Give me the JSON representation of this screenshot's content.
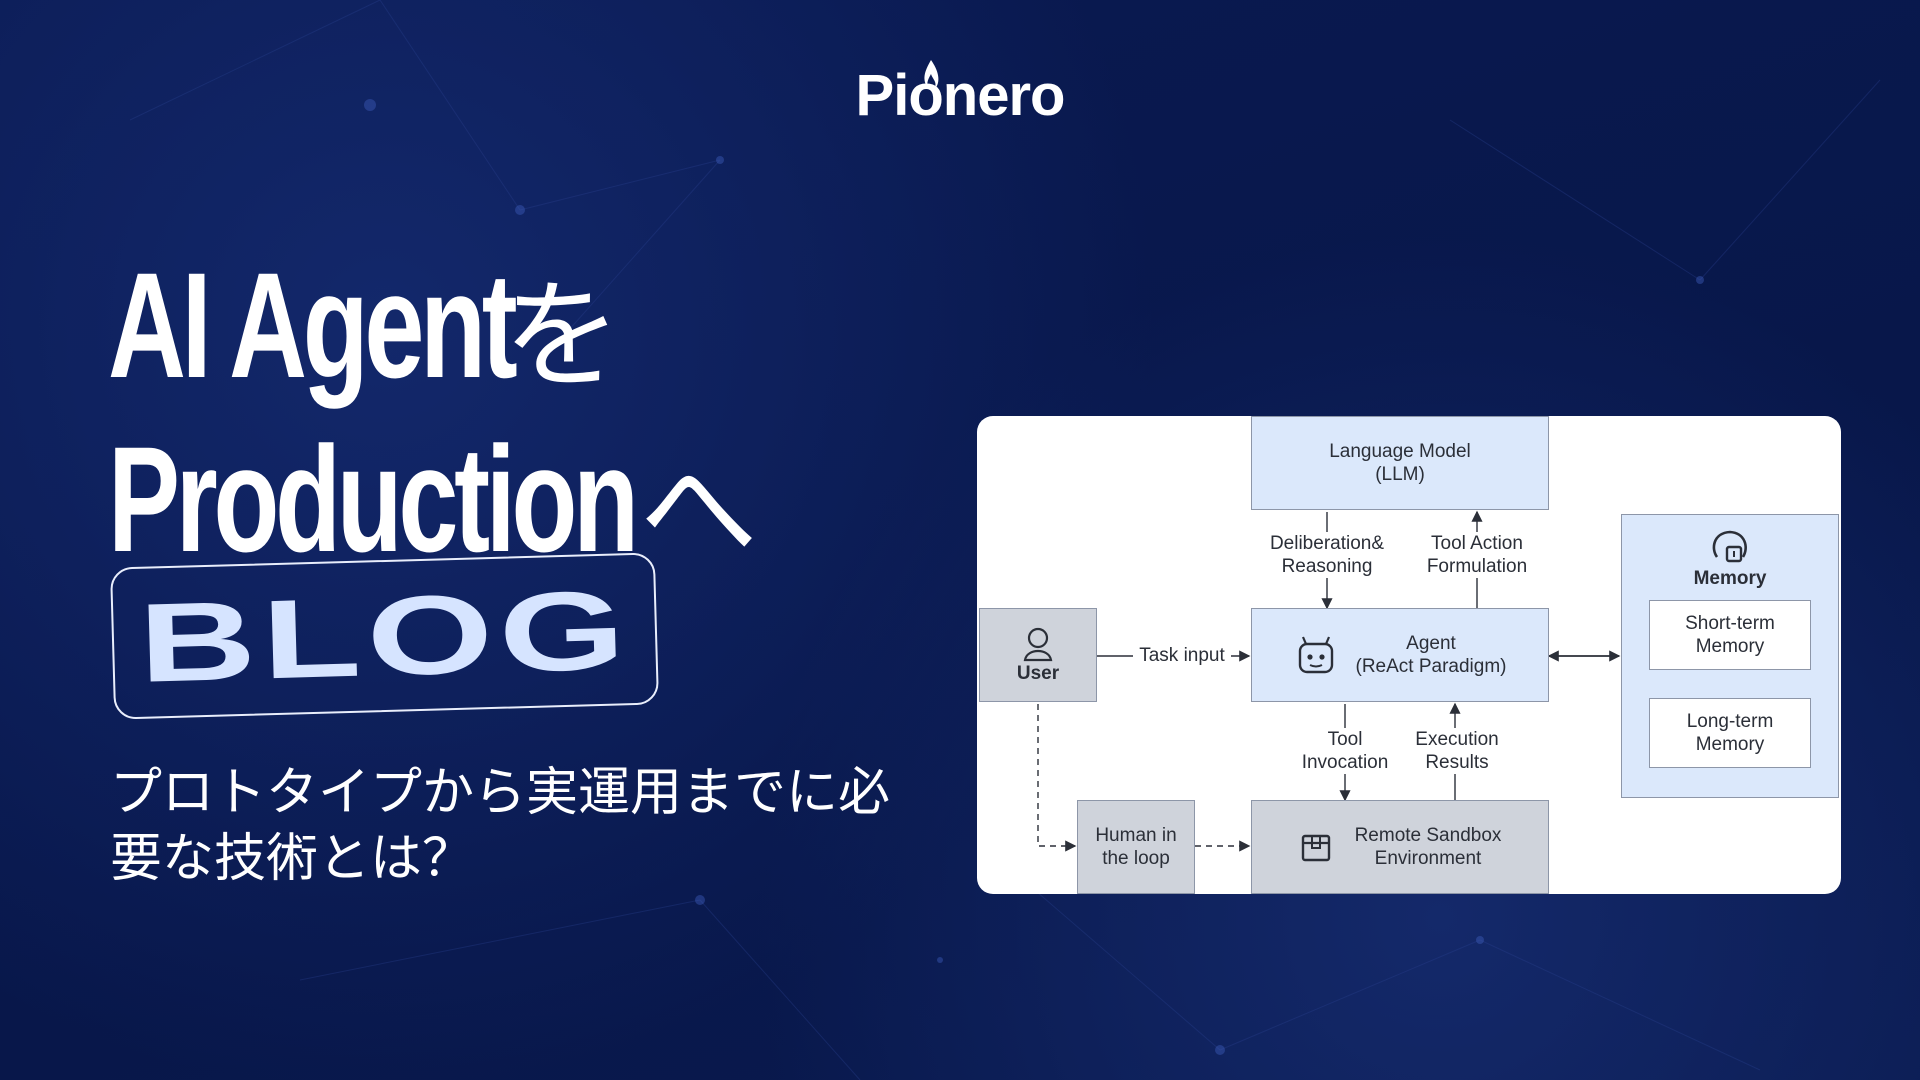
{
  "brand": {
    "name": "Pionero"
  },
  "headline": {
    "line1_latin": "AI Agent",
    "line1_jp": "を",
    "line2_latin": "Production",
    "line2_jp": "へ"
  },
  "badge": {
    "label": "BLOG"
  },
  "subtitle": {
    "line1": "プロトタイプから実運用までに必",
    "line2": "要な技術とは？"
  },
  "diagram": {
    "llm": [
      "Language Model",
      "(LLM)"
    ],
    "deliberation": [
      "Deliberation&",
      "Reasoning"
    ],
    "tool_action": [
      "Tool Action",
      "Formulation"
    ],
    "user": "User",
    "task_input": "Task input",
    "agent": [
      "Agent",
      "(ReAct Paradigm)"
    ],
    "memory": {
      "title": "Memory",
      "short": [
        "Short-term",
        "Memory"
      ],
      "long": [
        "Long-term",
        "Memory"
      ]
    },
    "tool_invocation": [
      "Tool",
      "Invocation"
    ],
    "execution_results": [
      "Execution",
      "Results"
    ],
    "human": [
      "Human in",
      "the loop"
    ],
    "sandbox": [
      "Remote Sandbox",
      "Environment"
    ]
  },
  "colors": {
    "background": "#0b1a4e",
    "text": "#ffffff",
    "badge_text": "#d6e4ff",
    "diagram_blue": "#dbe8fb",
    "diagram_gray": "#cfd3db"
  },
  "icons": [
    "flame-icon",
    "user-icon",
    "robot-icon",
    "brain-icon",
    "package-icon"
  ]
}
